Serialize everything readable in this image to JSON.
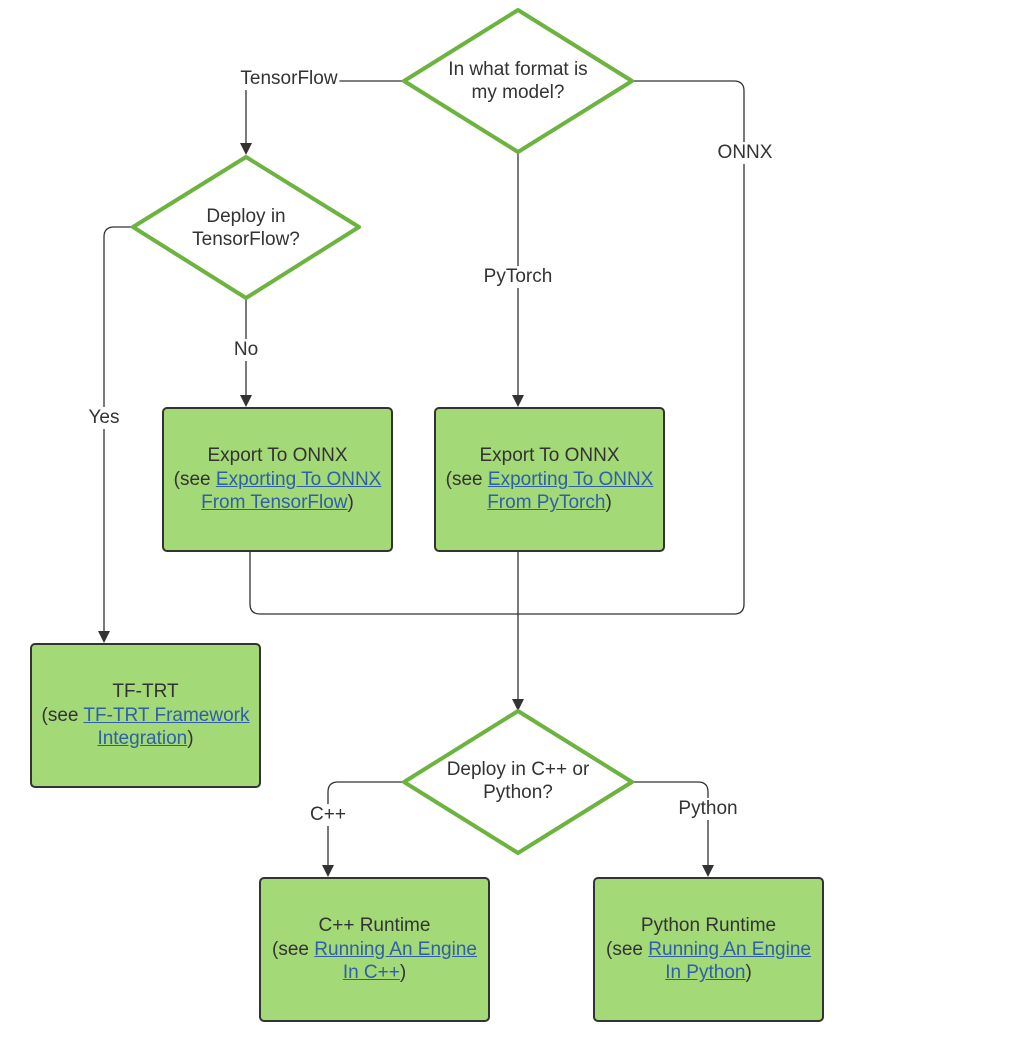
{
  "colors": {
    "node_fill": "#a3d977",
    "node_stroke": "#333333",
    "decision_stroke": "#6db33f",
    "edge": "#333333",
    "link": "#2f5fa8"
  },
  "nodes": {
    "q_format": {
      "line1": "In what format is",
      "line2": "my model?"
    },
    "q_deploy_tf": {
      "line1": "Deploy in",
      "line2": "TensorFlow?"
    },
    "export_tf": {
      "title": "Export To ONNX",
      "see_prefix": "(see ",
      "link_line1": "Exporting To ONNX",
      "link_line2": "From TensorFlow",
      "suffix": ")"
    },
    "export_pt": {
      "title": "Export To ONNX",
      "see_prefix": "(see ",
      "link_line1": "Exporting To ONNX",
      "link_line2": "From PyTorch",
      "suffix": ")"
    },
    "tftrt": {
      "title": "TF-TRT",
      "see_prefix": "(see ",
      "link_line1": "TF-TRT Framework",
      "link_line2": "Integration",
      "suffix": ")"
    },
    "q_lang": {
      "line1": "Deploy in C++ or",
      "line2": "Python?"
    },
    "cpp_runtime": {
      "title": "C++ Runtime",
      "see_prefix": "(see ",
      "link_line1": "Running An Engine",
      "link_line2": "In C++",
      "suffix": ")"
    },
    "py_runtime": {
      "title": "Python Runtime",
      "see_prefix": "(see ",
      "link_line1": "Running An Engine",
      "link_line2": "In Python",
      "suffix": ")"
    }
  },
  "edges": {
    "tensorflow": "TensorFlow",
    "pytorch": "PyTorch",
    "onnx": "ONNX",
    "no": "No",
    "yes": "Yes",
    "cpp": "C++",
    "python": "Python"
  }
}
